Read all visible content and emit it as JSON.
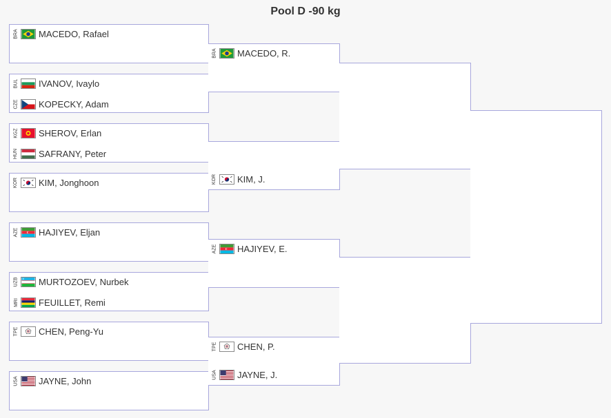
{
  "title": "Pool D -90 kg",
  "round1": [
    {
      "a": {
        "code": "BRA",
        "flag": "flag-brazil",
        "name": "MACEDO, Rafael"
      },
      "b": null
    },
    {
      "a": {
        "code": "BUL",
        "flag": "flag-bulgaria",
        "name": "IVANOV, Ivaylo"
      },
      "b": {
        "code": "CZE",
        "flag": "flag-czech",
        "name": "KOPECKY, Adam"
      }
    },
    {
      "a": {
        "code": "KGZ",
        "flag": "flag-kyrgyzstan",
        "name": "SHEROV, Erlan"
      },
      "b": {
        "code": "HUN",
        "flag": "flag-hungary",
        "name": "SAFRANY, Peter"
      }
    },
    {
      "a": {
        "code": "KOR",
        "flag": "flag-korea",
        "name": "KIM, Jonghoon"
      },
      "b": null
    },
    {
      "a": {
        "code": "AZE",
        "flag": "flag-azerbaijan",
        "name": "HAJIYEV, Eljan"
      },
      "b": null
    },
    {
      "a": {
        "code": "UZB",
        "flag": "flag-uzbekistan",
        "name": "MURTOZOEV, Nurbek"
      },
      "b": {
        "code": "MRI",
        "flag": "flag-mauritius",
        "name": "FEUILLET, Remi"
      }
    },
    {
      "a": {
        "code": "TPE",
        "flag": "flag-chinese-taipei",
        "name": "CHEN, Peng-Yu"
      },
      "b": null
    },
    {
      "a": {
        "code": "USA",
        "flag": "flag-usa",
        "name": "JAYNE, John"
      },
      "b": null
    }
  ],
  "round2": [
    {
      "a": {
        "code": "BRA",
        "flag": "flag-brazil",
        "name": "MACEDO, R."
      },
      "b": null
    },
    {
      "a": null,
      "b": {
        "code": "KOR",
        "flag": "flag-korea",
        "name": "KIM, J."
      }
    },
    {
      "a": {
        "code": "AZE",
        "flag": "flag-azerbaijan",
        "name": "HAJIYEV, E."
      },
      "b": null
    },
    {
      "a": {
        "code": "TPE",
        "flag": "flag-chinese-taipei",
        "name": "CHEN, P."
      },
      "b": {
        "code": "USA",
        "flag": "flag-usa",
        "name": "JAYNE, J."
      }
    }
  ],
  "round3": [
    {
      "a": null,
      "b": null
    },
    {
      "a": null,
      "b": null
    }
  ],
  "round4": [
    {
      "a": null,
      "b": null
    }
  ]
}
